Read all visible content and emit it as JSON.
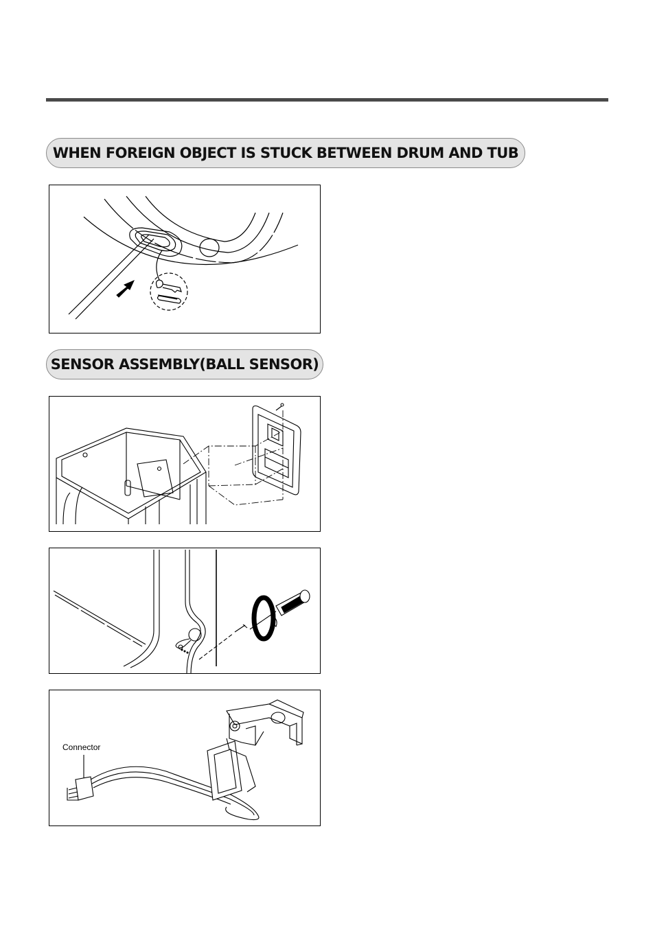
{
  "sections": [
    {
      "heading": "WHEN FOREIGN OBJECT IS STUCK BETWEEN DRUM AND TUB"
    },
    {
      "heading": "SENSOR ASSEMBLY(BALL SENSOR)"
    }
  ],
  "figures": {
    "connector_label": "Connector"
  }
}
